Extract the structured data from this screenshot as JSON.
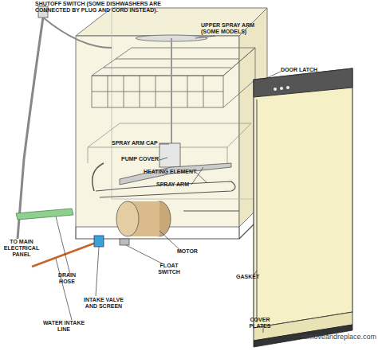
{
  "diagram": {
    "labels": [
      "SHUTOFF SWITCH (SOME DISHWASHERS ARE CONNECTED BY PLUG AND CORD INSTEAD).",
      "UPPER SPRAY ARM (SOME MODELS)",
      "DOOR LATCH",
      "SPRAY ARM CAP",
      "PUMP COVER",
      "HEATING ELEMENT",
      "SPRAY ARM",
      "TO MAIN ELECTRICAL PANEL",
      "DRAIN HOSE",
      "INTAKE VALVE AND SCREEN",
      "WATER INTAKE LINE",
      "FLOAT SWITCH",
      "MOTOR",
      "GASKET",
      "COVER PLATES",
      "removeandreplace.com"
    ]
  }
}
